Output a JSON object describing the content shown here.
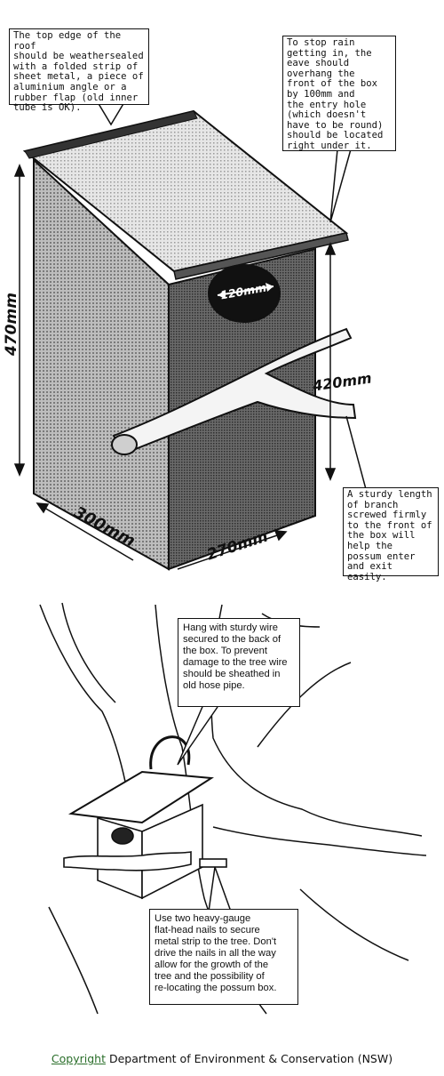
{
  "diagram1": {
    "callout_roof": "The top edge of the roof\nshould be weathersealed\nwith a folded strip of\nsheet metal, a piece of\naluminium angle or a\nrubber flap (old inner\ntube is OK).",
    "callout_rain": "To stop rain\ngetting in, the\neave should\noverhang the\nfront of the box\nby 100mm and\nthe entry hole\n(which doesn't\nhave to be round)\nshould be located\nright under it.",
    "callout_branch": "A sturdy length\nof branch\nscrewed firmly\nto the front of\nthe box will\nhelp the\npossum enter\nand exit easily.",
    "dim_height": "470mm",
    "dim_front": "420mm",
    "dim_hole": "120mm",
    "dim_depth": "300mm",
    "dim_width": "270mm"
  },
  "diagram2": {
    "callout_wire": "Hang with sturdy wire\nsecured to the back of\nthe box. To prevent\ndamage to the tree wire\nshould be sheathed in\nold hose pipe.",
    "callout_nails": "Use two heavy-gauge\nflat-head nails to secure\nmetal strip to the tree. Don't\ndrive the nails in all the way\nallow for the growth of the\ntree and the possibility of\nre-locating the possum box."
  },
  "footer": {
    "link": "Copyright",
    "text": " Department of Environment & Conservation (NSW)"
  },
  "colors": {
    "link": "#2a6e2a",
    "ink": "#111111"
  }
}
